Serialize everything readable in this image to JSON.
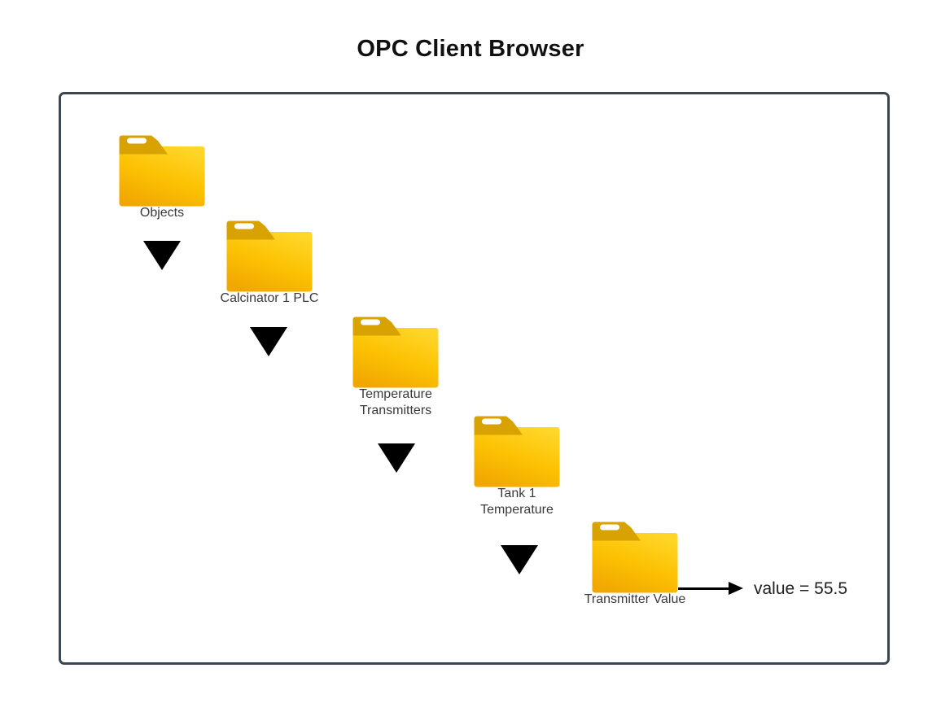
{
  "title": "OPC Client Browser",
  "colors": {
    "folder_body_light": "#FFD629",
    "folder_body_mid": "#FCC203",
    "folder_body_dark": "#F1A702",
    "folder_tab": "#D7A202",
    "frame_border": "#3C4650",
    "label_text": "#3A3A3A",
    "arrow_black": "#000000"
  },
  "tree": {
    "nodes": [
      {
        "label": "Objects"
      },
      {
        "label": "Calcinator 1 PLC"
      },
      {
        "label": "Temperature Transmitters"
      },
      {
        "label": "Tank 1 Temperature"
      },
      {
        "label": "Transmitter Value"
      }
    ]
  },
  "value_label": "value = 55.5"
}
